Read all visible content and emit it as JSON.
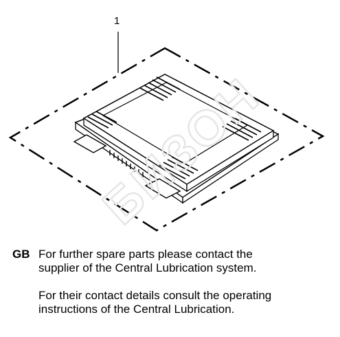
{
  "diagram": {
    "callout_number": "1"
  },
  "note": {
    "language_code": "GB",
    "paragraph_1_line_1": "For further spare parts please contact the",
    "paragraph_1_line_2": "supplier of the Central Lubrication system.",
    "paragraph_2_line_1": "For their contact details consult the operating",
    "paragraph_2_line_2": "instructions of the Central Lubrication."
  },
  "watermark": {
    "text": "БИЗОН",
    "color": "#e6e6e6"
  },
  "colors": {
    "line": "#000000",
    "background": "#ffffff"
  }
}
